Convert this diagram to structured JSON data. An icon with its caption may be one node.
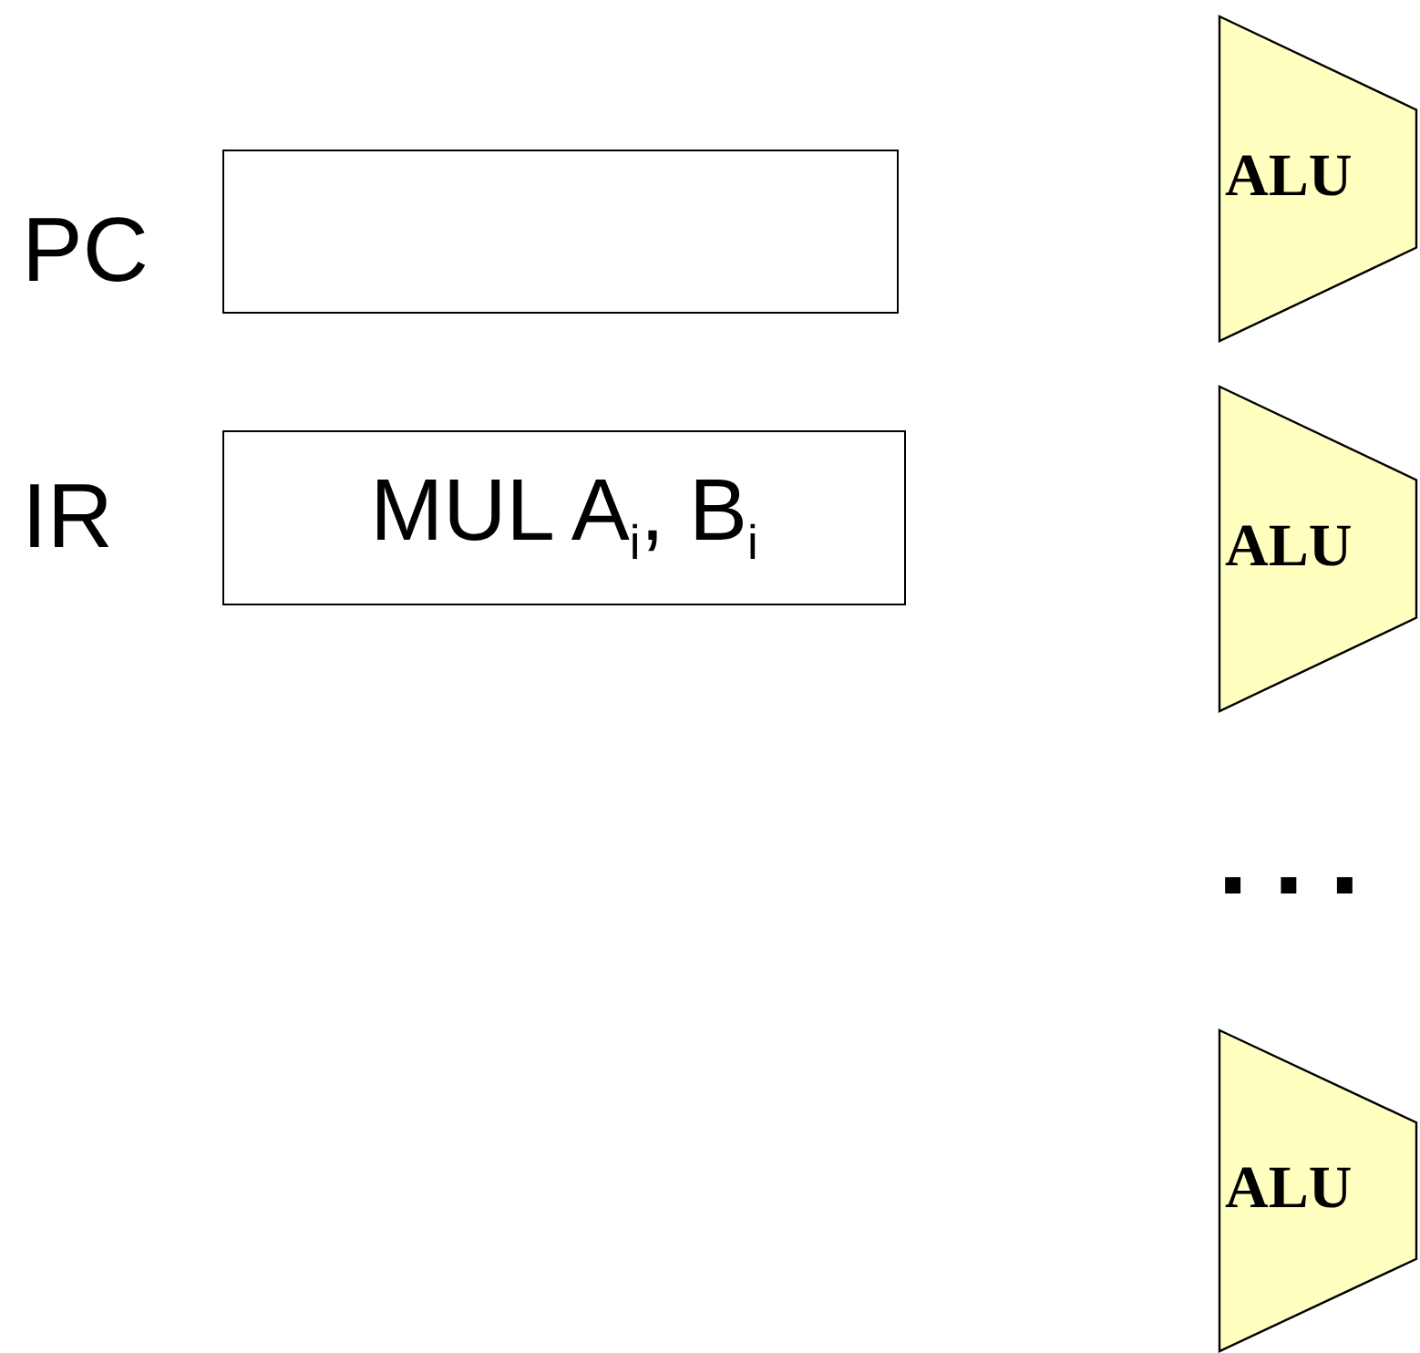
{
  "diagram": {
    "nodes": [
      {
        "text": [
          "PC"
        ]
      },
      {
        "text": [
          "IR",
          "MUL A$_{i}$, B$_{i}$"
        ]
      },
      {
        "text": [
          "ALU"
        ]
      },
      {
        "text": [
          "ALU"
        ]
      },
      {
        "text": [
          "ALU"
        ]
      }
    ],
    "labels": [
      "..."
    ]
  }
}
